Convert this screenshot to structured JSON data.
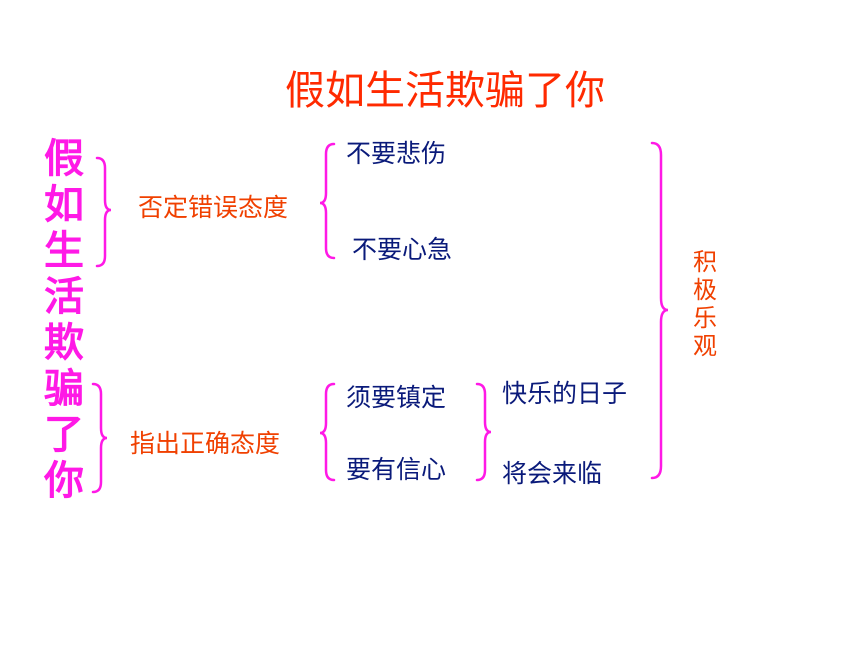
{
  "title": "假如生活欺骗了你",
  "left_title": [
    "假",
    "如",
    "生",
    "活",
    "欺",
    "骗",
    "了",
    "你"
  ],
  "branches": {
    "negate": {
      "label": "否定错误态度",
      "items": [
        "不要悲伤",
        "不要心急"
      ]
    },
    "point": {
      "label": "指出正确态度",
      "items": [
        "须要镇定",
        "要有信心"
      ],
      "outcomes": [
        "快乐的日子",
        "将会来临"
      ]
    }
  },
  "result": [
    "积",
    "极",
    "乐",
    "观"
  ],
  "colors": {
    "title": "#ff2a00",
    "left_title": "#ff19e6",
    "category": "#f04000",
    "item": "#0a1a7a",
    "brace": "#ff19e6"
  }
}
